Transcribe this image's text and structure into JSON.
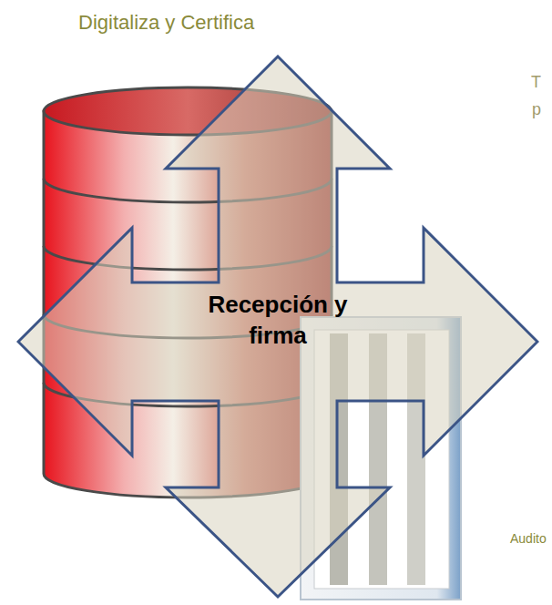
{
  "diagram": {
    "nodes": [
      {
        "text": [
          "Recepción y firma"
        ]
      }
    ],
    "labels": [
      "Digitaliza y Certifica",
      "T",
      "p",
      "Audito"
    ]
  }
}
